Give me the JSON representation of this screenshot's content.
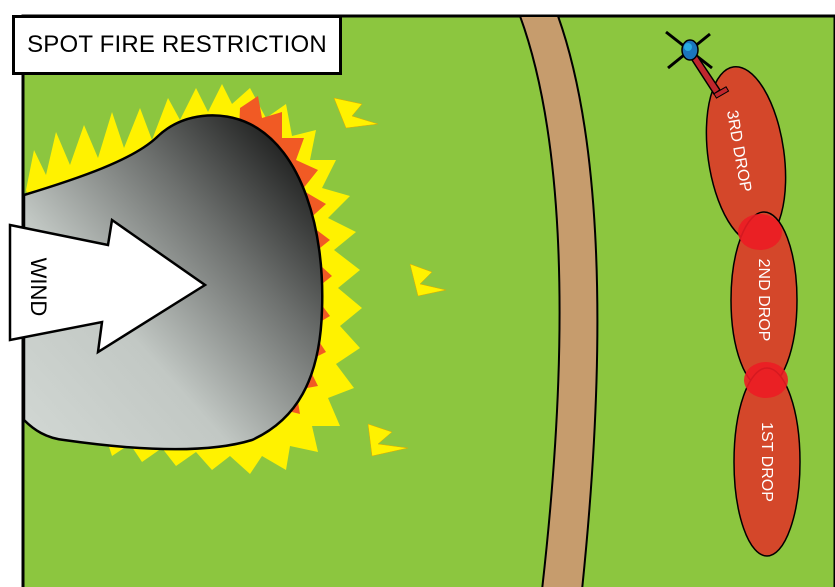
{
  "title": "SPOT FIRE RESTRICTION",
  "labels": {
    "wind": "WIND",
    "drop3": "3RD DROP",
    "drop2": "2ND DROP",
    "drop1": "1ST DROP"
  },
  "colors": {
    "grass": "#8cc63f",
    "road": "#c69c6d",
    "drop_fill": "#d4472a",
    "drop_overlap": "#ec1c24",
    "flame_yellow": "#fff200",
    "flame_orange": "#f15a24",
    "smoke_dark": "#000000",
    "smoke_light": "#d2d8d4"
  },
  "icons": [
    "helicopter-icon",
    "wind-arrow-icon"
  ]
}
